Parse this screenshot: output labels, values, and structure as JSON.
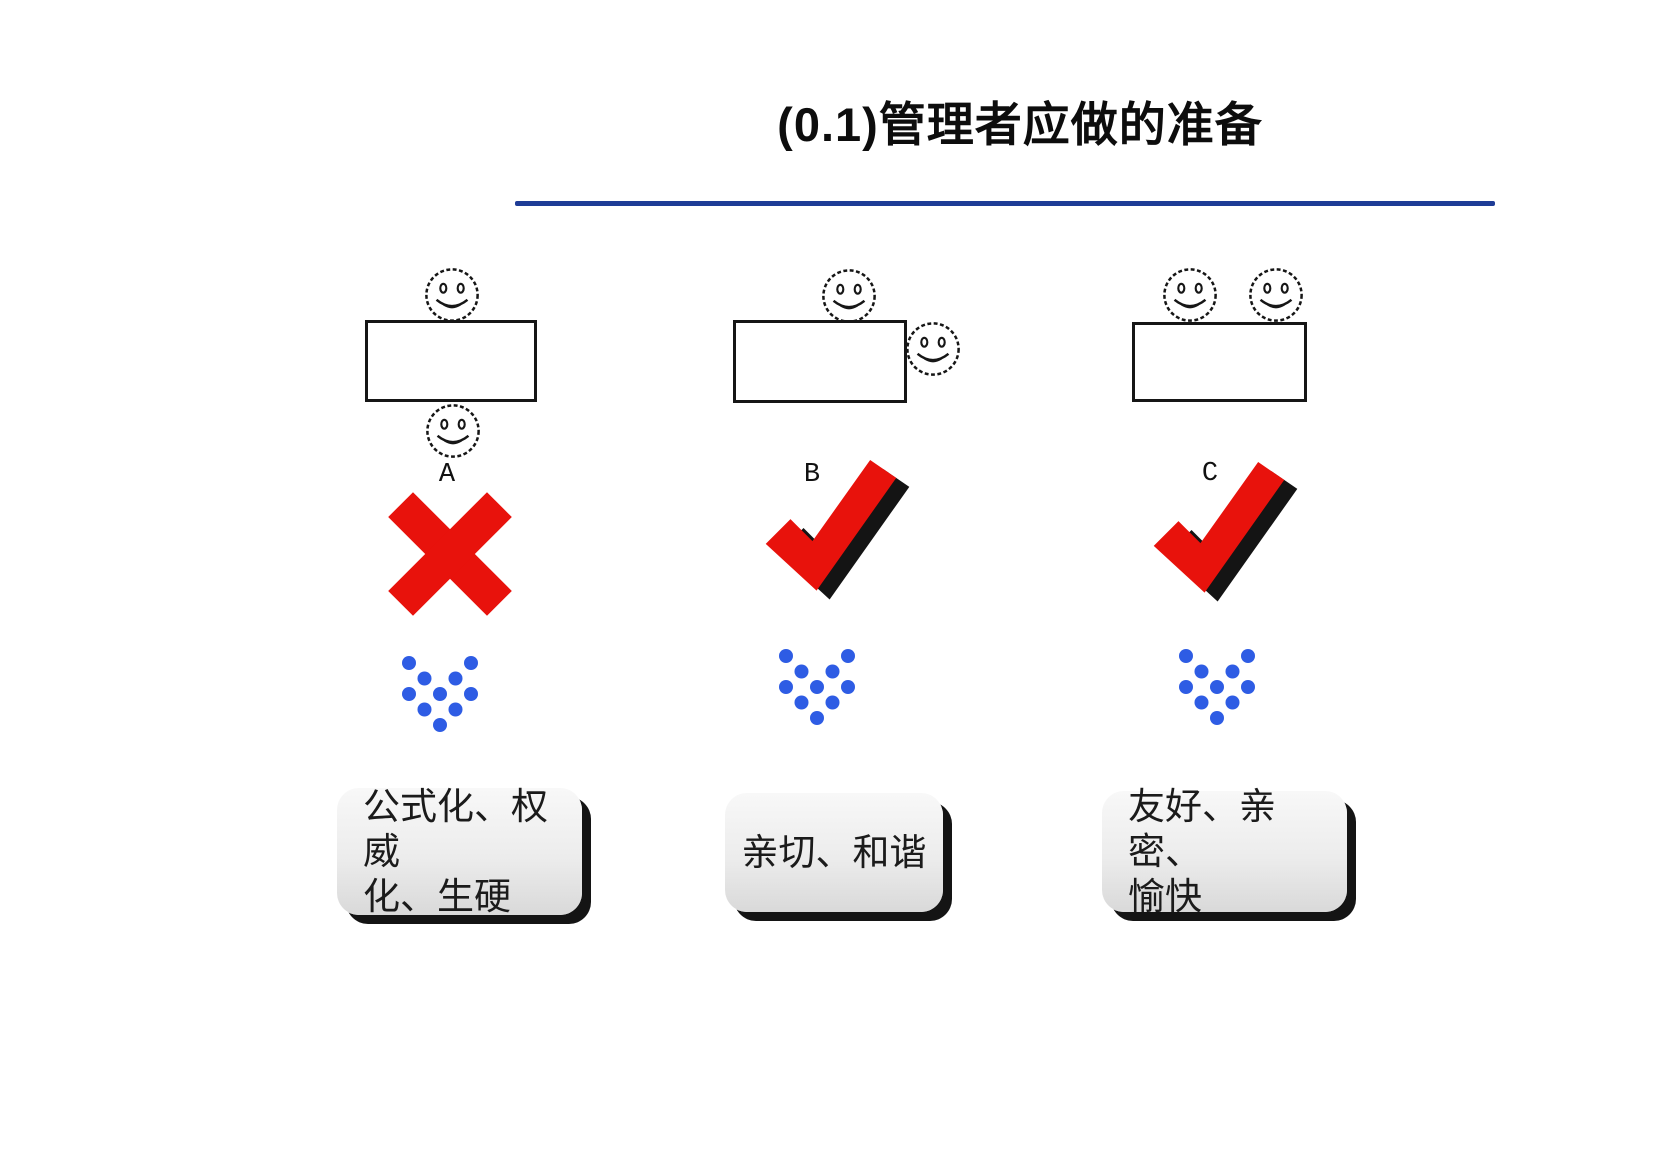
{
  "slide": {
    "title": "(0.1)管理者应做的准备",
    "divider_color": "#1e3c96",
    "accent_red": "#e8120c",
    "dot_blue": "#2e5ce4",
    "columns": [
      {
        "label": "A",
        "verdict": "cross",
        "seating": "face-to-face-across-table",
        "caption_lines": [
          "公式化、权威",
          "化、生硬"
        ]
      },
      {
        "label": "B",
        "verdict": "check",
        "seating": "corner-adjacent",
        "caption_lines": [
          "亲切、和谐"
        ]
      },
      {
        "label": "C",
        "verdict": "check",
        "seating": "side-by-side",
        "caption_lines": [
          "友好、亲密、",
          "愉快"
        ]
      }
    ]
  }
}
